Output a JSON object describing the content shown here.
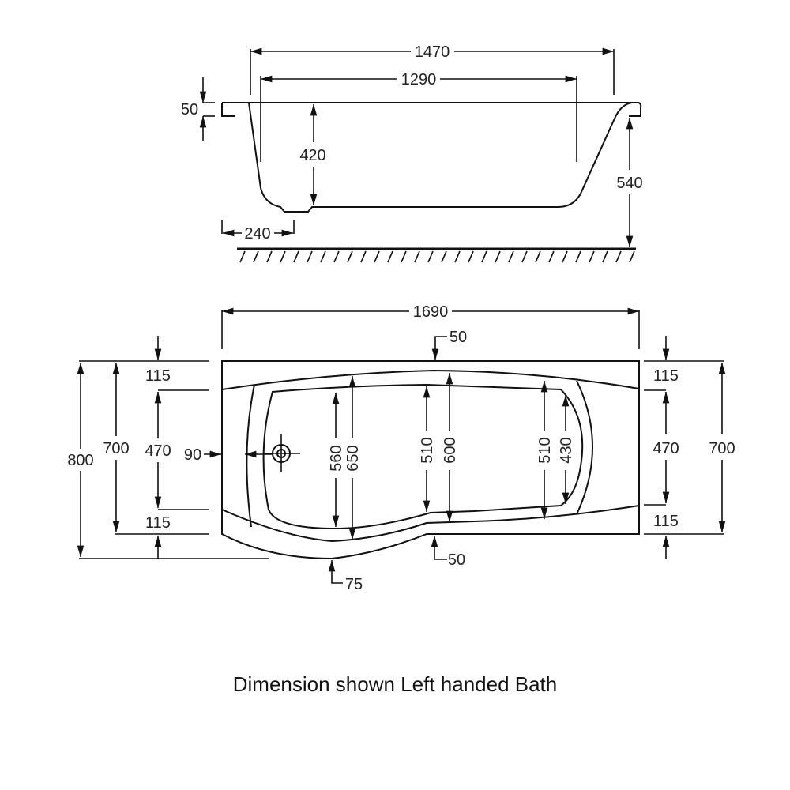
{
  "diagram": {
    "type": "technical-drawing",
    "subject": "Left handed shower bath",
    "side_view": {
      "dims": {
        "overall_length": "1470",
        "inner_length": "1290",
        "rim_thickness": "50",
        "inner_depth": "420",
        "total_height": "540",
        "waste_offset": "240"
      }
    },
    "plan_view": {
      "dims": {
        "overall_length": "1690",
        "top_offset": "50",
        "bottom_offset": "50",
        "curve_offset": "75",
        "left_top_margin": "115",
        "left_inner_width": "470",
        "left_bottom_margin": "115",
        "left_width": "700",
        "overall_width": "800",
        "waste_offset": "90",
        "inner_560": "560",
        "inner_650": "650",
        "mid_510": "510",
        "mid_600": "600",
        "end_510": "510",
        "end_430": "430",
        "right_top_margin": "115",
        "right_inner_width": "470",
        "right_bottom_margin": "115",
        "right_width": "700"
      }
    },
    "caption": "Dimension shown Left handed Bath"
  }
}
